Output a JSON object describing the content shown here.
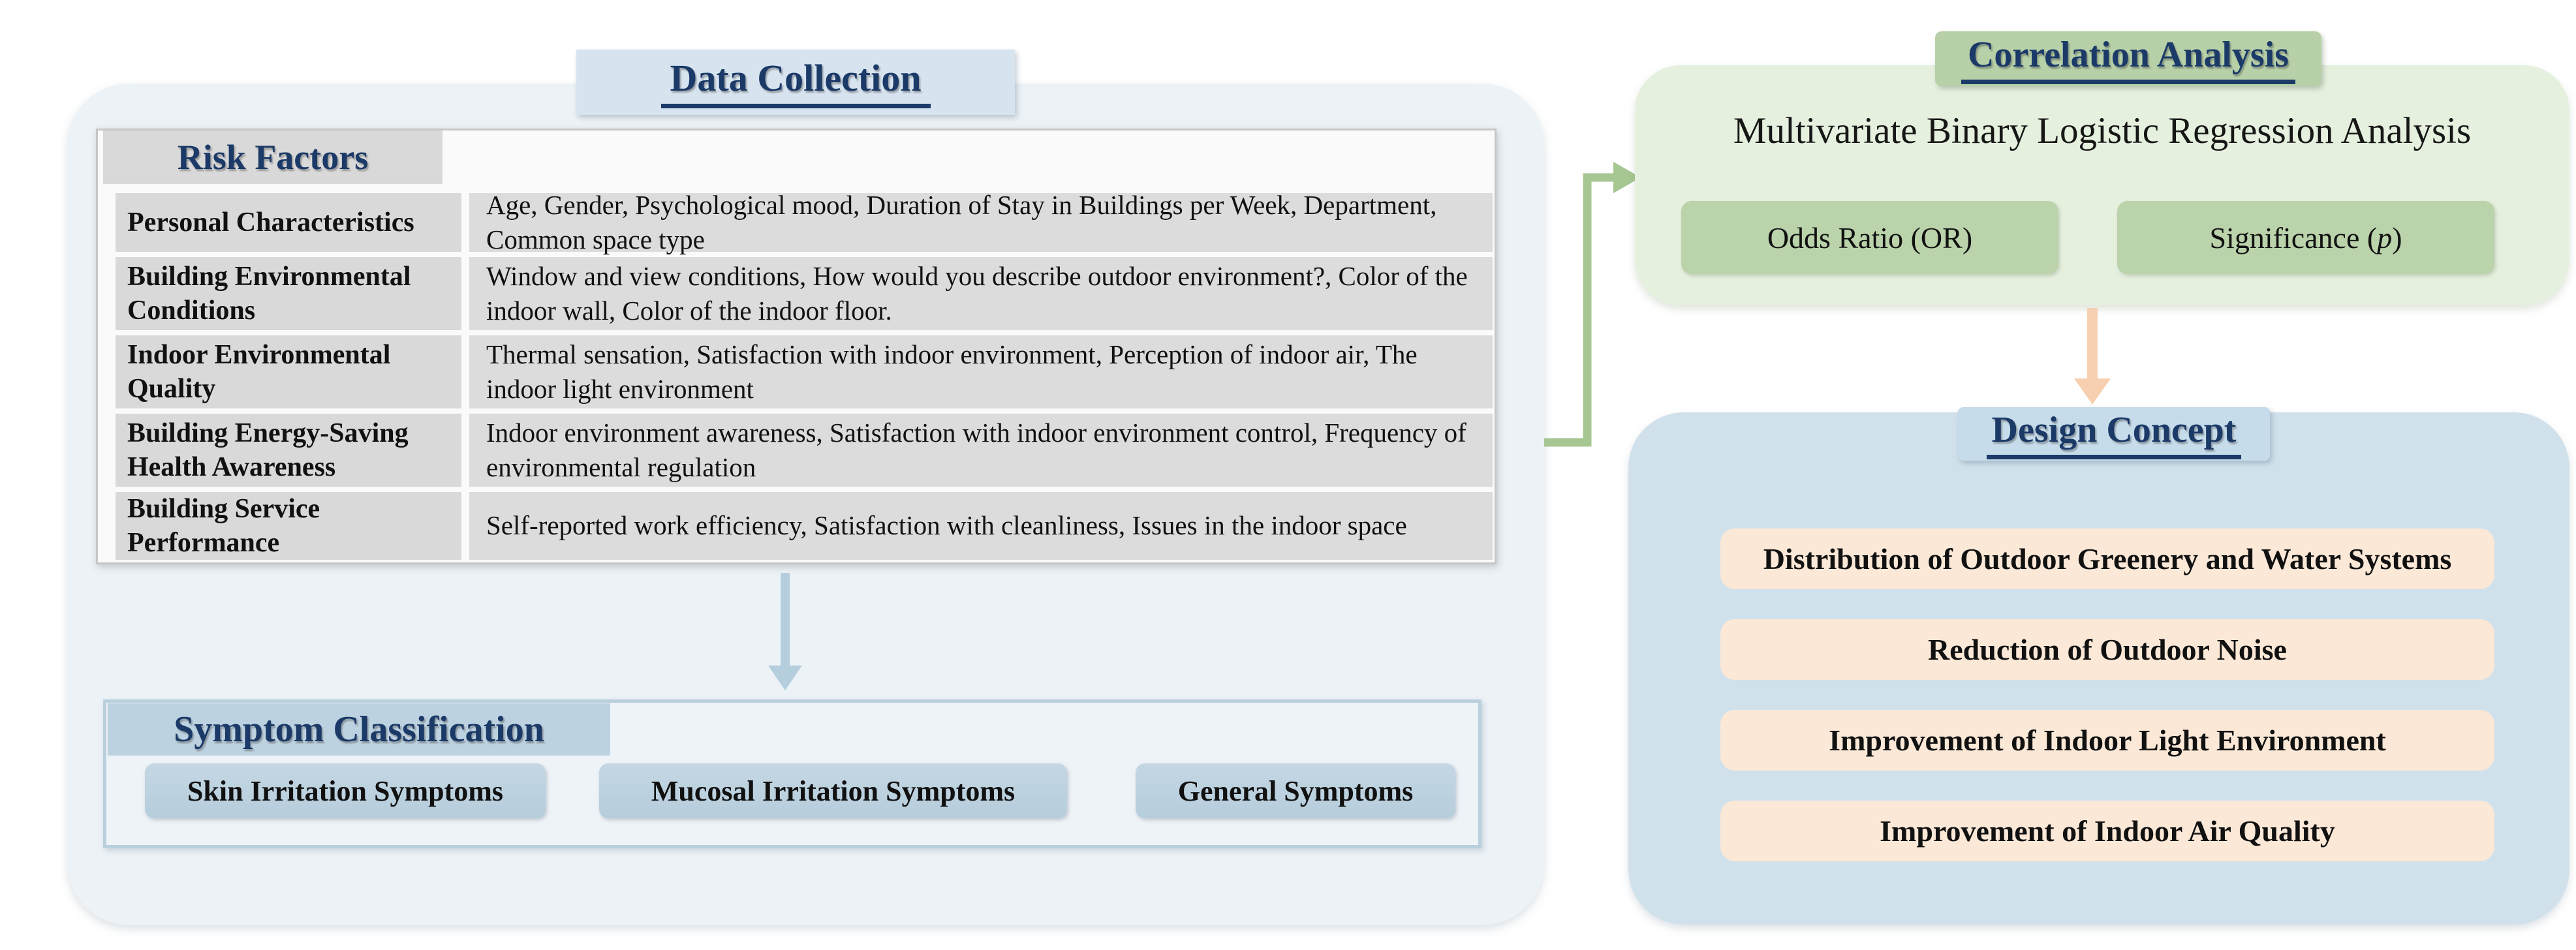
{
  "colors": {
    "navy_text": "#1b3a68",
    "left_panel_bg": "#ecf2f6",
    "data_collection_tab_bg": "#d7e4f0",
    "table_cell_gray": "#d9d9d9",
    "table_desc_gray": "#dcdcdc",
    "symptom_button_blue": "#bdd2e0",
    "correlation_panel_bg": "#e6f0de",
    "correlation_tab_green": "#b7d0a8",
    "green_button": "#bad3ab",
    "design_panel_bg": "#d0e1ec",
    "design_tab_bg": "#c6dcea",
    "design_item_peach": "#fbe8d7",
    "arrow_green": "#a6c792",
    "arrow_peach": "#f6d0b0",
    "arrow_blue": "#b5cedd"
  },
  "data_collection": {
    "title": "Data Collection",
    "risk_factors": {
      "title": "Risk Factors",
      "rows": [
        {
          "label": "Personal Characteristics",
          "desc": "Age, Gender, Psychological mood, Duration of Stay in Buildings per Week, Department, Common space type"
        },
        {
          "label": "Building Environmental Conditions",
          "desc": "Window and view conditions, How would you describe outdoor environment?, Color of the indoor wall, Color of the indoor floor."
        },
        {
          "label": "Indoor Environmental Quality",
          "desc": "Thermal sensation, Satisfaction with indoor environment, Perception of indoor air, The indoor light environment"
        },
        {
          "label": "Building Energy-Saving Health Awareness",
          "desc": "Indoor environment awareness, Satisfaction with indoor environment control, Frequency of environmental regulation"
        },
        {
          "label": "Building Service Performance",
          "desc": "Self-reported work efficiency, Satisfaction with cleanliness, Issues in the indoor space"
        }
      ]
    },
    "symptom_classification": {
      "title": "Symptom Classification",
      "categories": [
        "Skin Irritation Symptoms",
        "Mucosal Irritation Symptoms",
        "General Symptoms"
      ]
    }
  },
  "correlation_analysis": {
    "title": "Correlation Analysis",
    "method": "Multivariate Binary Logistic Regression Analysis",
    "odds_ratio_label": "Odds Ratio (OR)",
    "significance": {
      "prefix": "Significance (",
      "symbol": "p",
      "suffix": ")"
    }
  },
  "design_concept": {
    "title": "Design Concept",
    "items": [
      "Distribution of Outdoor Greenery and Water Systems",
      "Reduction of Outdoor Noise",
      "Improvement of Indoor Light Environment",
      "Improvement of Indoor Air Quality"
    ]
  }
}
